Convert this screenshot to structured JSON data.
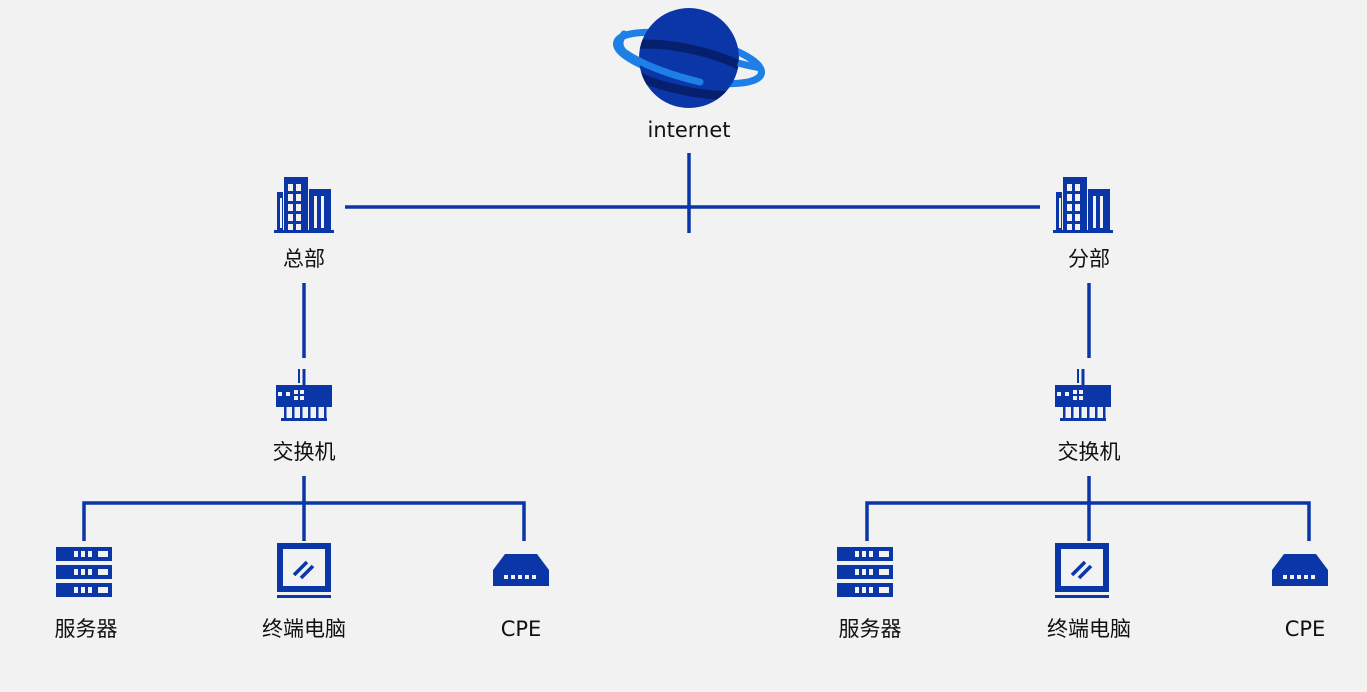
{
  "colors": {
    "primary": "#0a36a8",
    "ring": "#1e7fe6",
    "background": "#f2f2f3"
  },
  "internet": {
    "label": "internet",
    "icon": "planet-icon"
  },
  "hq": {
    "label": "总部",
    "icon": "building-icon",
    "switch": {
      "label": "交换机",
      "icon": "switch-icon"
    },
    "devices": [
      {
        "label": "服务器",
        "icon": "server-icon"
      },
      {
        "label": "终端电脑",
        "icon": "monitor-icon"
      },
      {
        "label": "CPE",
        "icon": "cpe-icon"
      }
    ]
  },
  "branch": {
    "label": "分部",
    "icon": "building-icon",
    "switch": {
      "label": "交换机",
      "icon": "switch-icon"
    },
    "devices": [
      {
        "label": "服务器",
        "icon": "server-icon"
      },
      {
        "label": "终端电脑",
        "icon": "monitor-icon"
      },
      {
        "label": "CPE",
        "icon": "cpe-icon"
      }
    ]
  }
}
